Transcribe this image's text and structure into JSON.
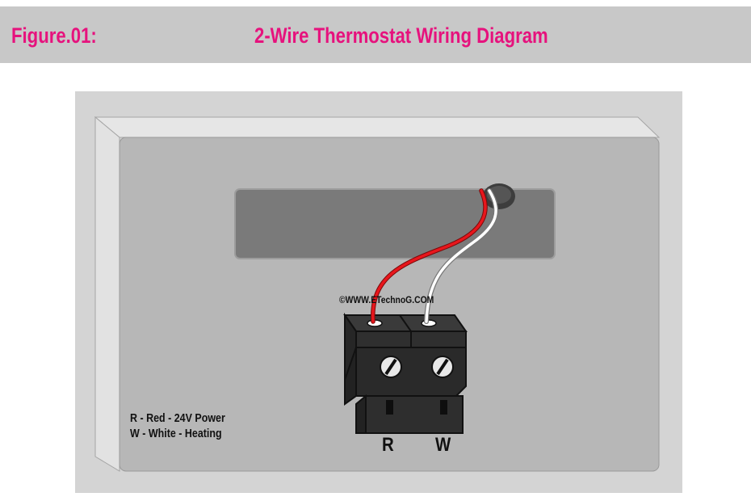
{
  "header": {
    "figure_label": "Figure.01:",
    "title": "2-Wire Thermostat Wiring Diagram"
  },
  "copyright": "©WWW.ETechnoG.COM",
  "legend": {
    "items": [
      "R - Red - 24V Power",
      "W - White - Heating"
    ]
  },
  "terminals": [
    "R",
    "W"
  ],
  "colors": {
    "title": "#e6127d",
    "header_bg": "#c8c8c8",
    "red_wire": "#e8161c",
    "white_wire": "#ffffff",
    "terminal_block": "#2e2e2e"
  }
}
